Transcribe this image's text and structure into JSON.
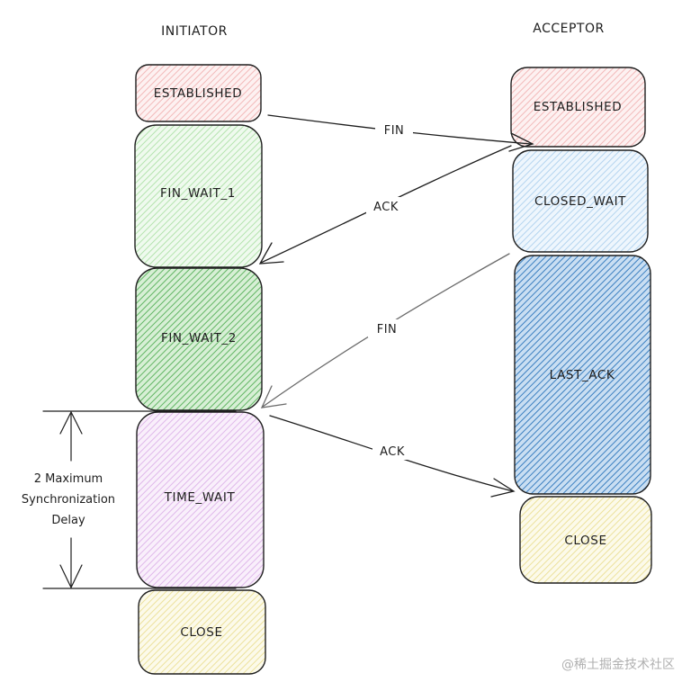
{
  "columns": {
    "initiator": "INITIATOR",
    "acceptor": "ACCEPTOR"
  },
  "initiator_states": [
    {
      "id": "established",
      "label": "ESTABLISHED",
      "color": "#f8d7d7"
    },
    {
      "id": "fin-wait-1",
      "label": "FIN_WAIT_1",
      "color": "#c8ecc4"
    },
    {
      "id": "fin-wait-2",
      "label": "FIN_WAIT_2",
      "color": "#5fbf62"
    },
    {
      "id": "time-wait",
      "label": "TIME_WAIT",
      "color": "#e6c7ef"
    },
    {
      "id": "close",
      "label": "CLOSE",
      "color": "#f3ecb8"
    }
  ],
  "acceptor_states": [
    {
      "id": "established",
      "label": "ESTABLISHED",
      "color": "#f8d7d7"
    },
    {
      "id": "closed-wait",
      "label": "CLOSED_WAIT",
      "color": "#c6e0f5"
    },
    {
      "id": "last-ack",
      "label": "LAST_ACK",
      "color": "#3a82c4"
    },
    {
      "id": "close",
      "label": "CLOSE",
      "color": "#f3ecb8"
    }
  ],
  "messages": {
    "fin_1": "FIN",
    "ack_1": "ACK",
    "fin_2": "FIN",
    "ack_2": "ACK"
  },
  "delay_label": {
    "line1": "2 Maximum",
    "line2": "Synchronization",
    "line3": "Delay"
  },
  "watermark": "@稀土掘金技术社区",
  "stroke_color": "#1e1e1e"
}
